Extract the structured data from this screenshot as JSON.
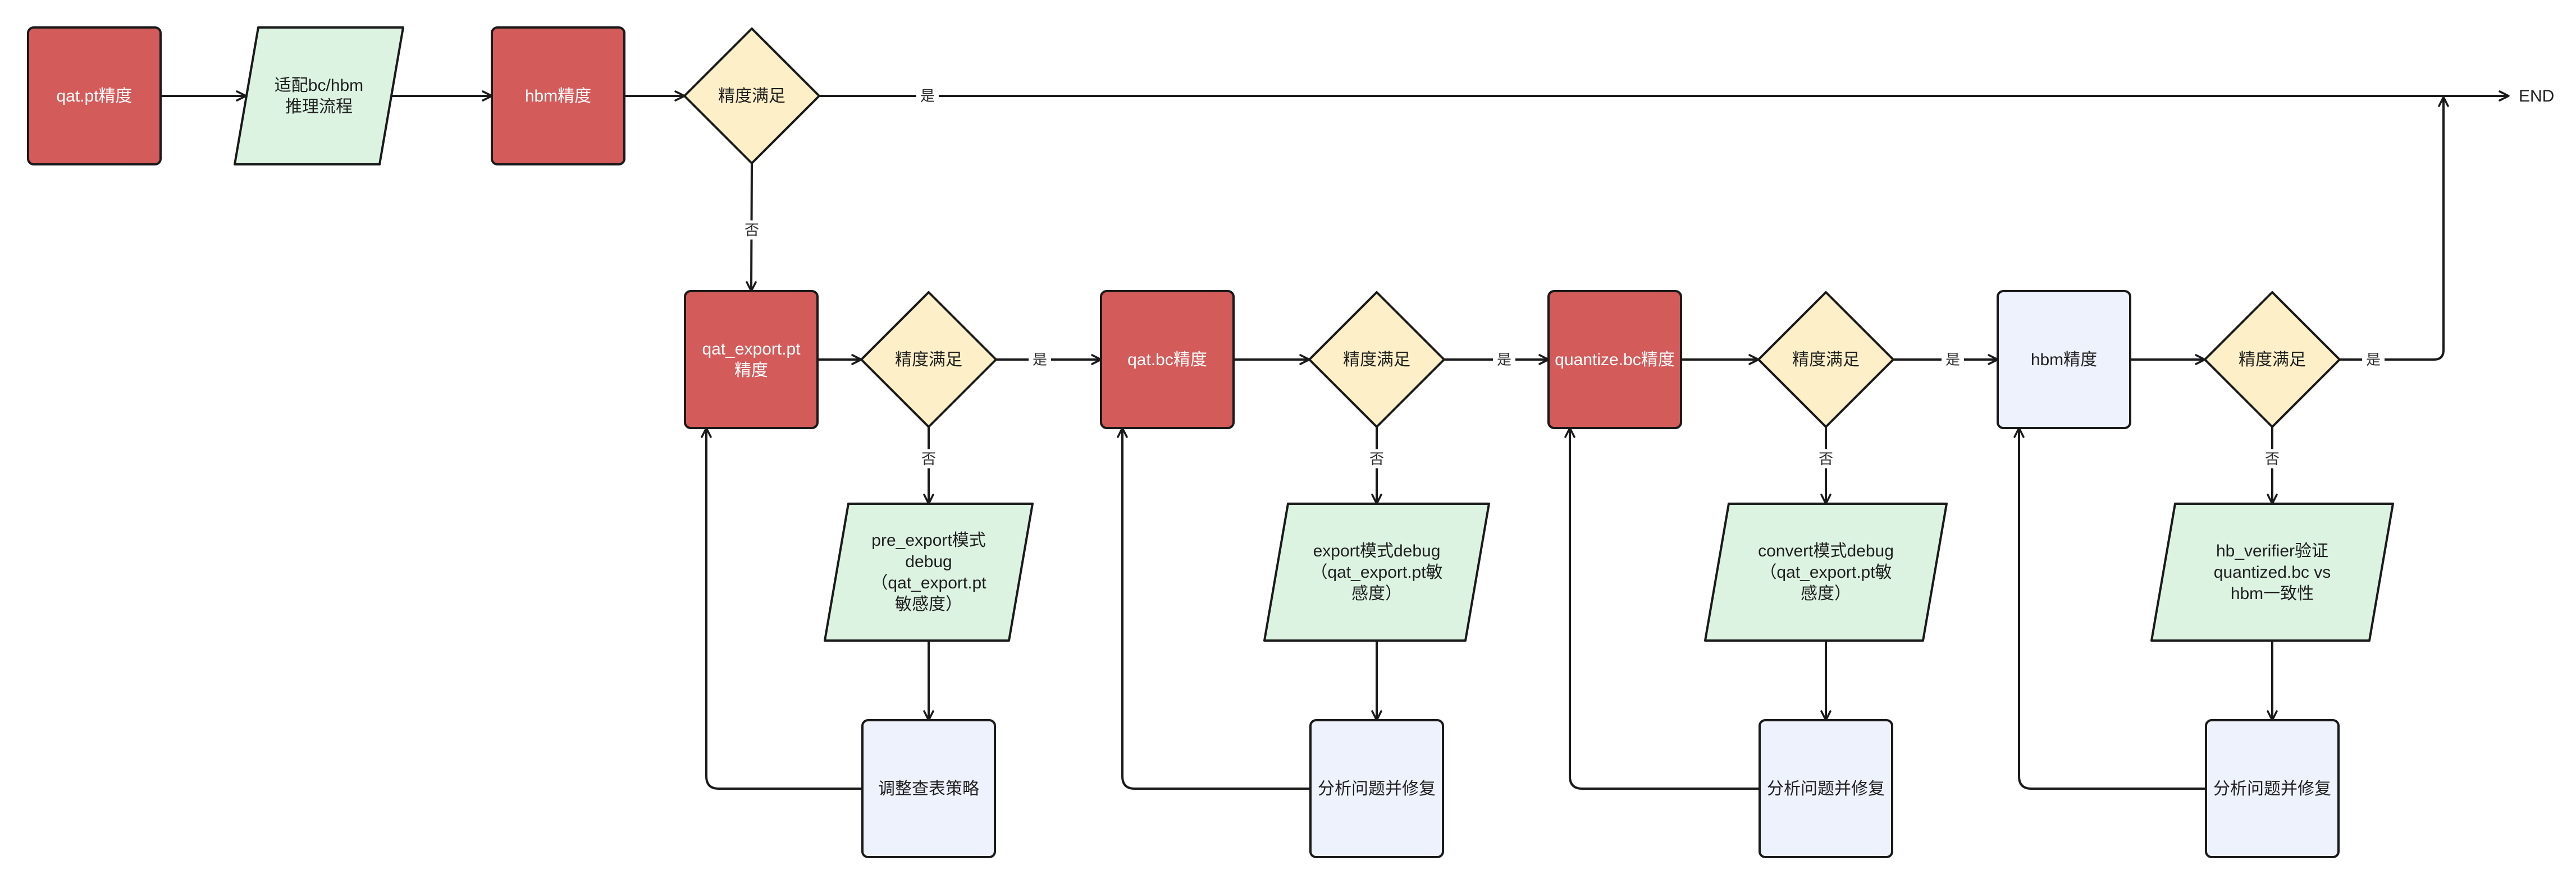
{
  "colors": {
    "red_fill": "#d35b5a",
    "green_fill": "#dcf3e2",
    "yellow_fill": "#fdf0c8",
    "blue_fill": "#eef2fd",
    "stroke": "#1a1a1a"
  },
  "nodes": {
    "qat_pt": {
      "text": [
        "qat.pt精度"
      ]
    },
    "adapt_flow": {
      "text": [
        "适配bc/hbm",
        "推理流程"
      ]
    },
    "hbm_top": {
      "text": [
        "hbm精度"
      ]
    },
    "d_top": {
      "text": [
        "精度满足"
      ]
    },
    "end": {
      "text": [
        "END"
      ]
    },
    "qat_export": {
      "text": [
        "qat_export.pt",
        "精度"
      ]
    },
    "d1": {
      "text": [
        "精度满足"
      ]
    },
    "p1": {
      "text": [
        "pre_export模式",
        "debug",
        "（qat_export.pt",
        "敏感度）"
      ]
    },
    "r1": {
      "text": [
        "调整查表策略"
      ]
    },
    "qat_bc": {
      "text": [
        "qat.bc精度"
      ]
    },
    "d2": {
      "text": [
        "精度满足"
      ]
    },
    "p2": {
      "text": [
        "export模式debug",
        "（qat_export.pt敏",
        "感度）"
      ]
    },
    "r2": {
      "text": [
        "分析问题并修复"
      ]
    },
    "quant_bc": {
      "text": [
        "quantize.bc精度"
      ]
    },
    "d3": {
      "text": [
        "精度满足"
      ]
    },
    "p3": {
      "text": [
        "convert模式debug",
        "（qat_export.pt敏",
        "感度）"
      ]
    },
    "r3": {
      "text": [
        "分析问题并修复"
      ]
    },
    "hbm2": {
      "text": [
        "hbm精度"
      ]
    },
    "d4": {
      "text": [
        "精度满足"
      ]
    },
    "p4": {
      "text": [
        "hb_verifier验证",
        "quantized.bc vs",
        "hbm一致性"
      ]
    },
    "r4": {
      "text": [
        "分析问题并修复"
      ]
    }
  },
  "edge_labels": {
    "yes": "是",
    "no": "否"
  }
}
